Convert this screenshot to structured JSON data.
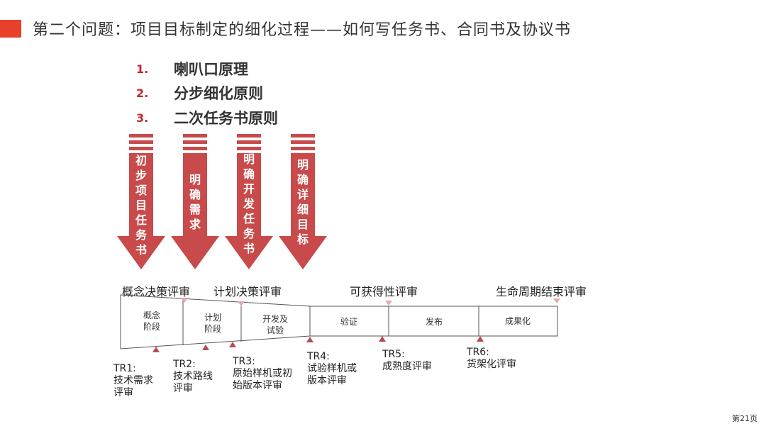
{
  "title": "第二个问题：项目目标制定的细化过程——如何写任务书、合同书及协议书",
  "principles": [
    {
      "num": "1.",
      "label": "喇叭口原理"
    },
    {
      "num": "2.",
      "label": "分步细化原则"
    },
    {
      "num": "3.",
      "label": "二次任务书原则"
    }
  ],
  "arrows": [
    {
      "text": "初步项目任务书"
    },
    {
      "text": "明确需求"
    },
    {
      "text": "明确开发任务书"
    },
    {
      "text": "明确详细目标"
    }
  ],
  "reviews": [
    {
      "label": "概念决策评审"
    },
    {
      "label": "计划决策评审"
    },
    {
      "label": "可获得性评审"
    },
    {
      "label": "生命周期结束评审"
    }
  ],
  "phases": [
    {
      "lines": [
        "概念",
        "阶段"
      ]
    },
    {
      "lines": [
        "计划",
        "阶段"
      ]
    },
    {
      "lines": [
        "开发及",
        "试验"
      ]
    },
    {
      "lines": [
        "验证"
      ]
    },
    {
      "lines": [
        "发布"
      ]
    },
    {
      "lines": [
        "成果化"
      ]
    }
  ],
  "tech_reviews": [
    {
      "code": "TR1:",
      "lines": [
        "技术需求",
        "评审"
      ]
    },
    {
      "code": "TR2:",
      "lines": [
        "技术路线",
        "评审"
      ]
    },
    {
      "code": "TR3:",
      "lines": [
        "原始样机或初",
        "始版本评审"
      ]
    },
    {
      "code": "TR4:",
      "lines": [
        "试验样机或",
        "版本评审"
      ]
    },
    {
      "code": "TR5:",
      "lines": [
        "成熟度评审"
      ]
    },
    {
      "code": "TR6:",
      "lines": [
        "货架化评审"
      ]
    }
  ],
  "colors": {
    "accent": "#e8402a",
    "arrow": "#c94a4a",
    "review_marker": "#e9a8ad",
    "tr_marker": "#b94a52"
  },
  "page_number": "第21页"
}
